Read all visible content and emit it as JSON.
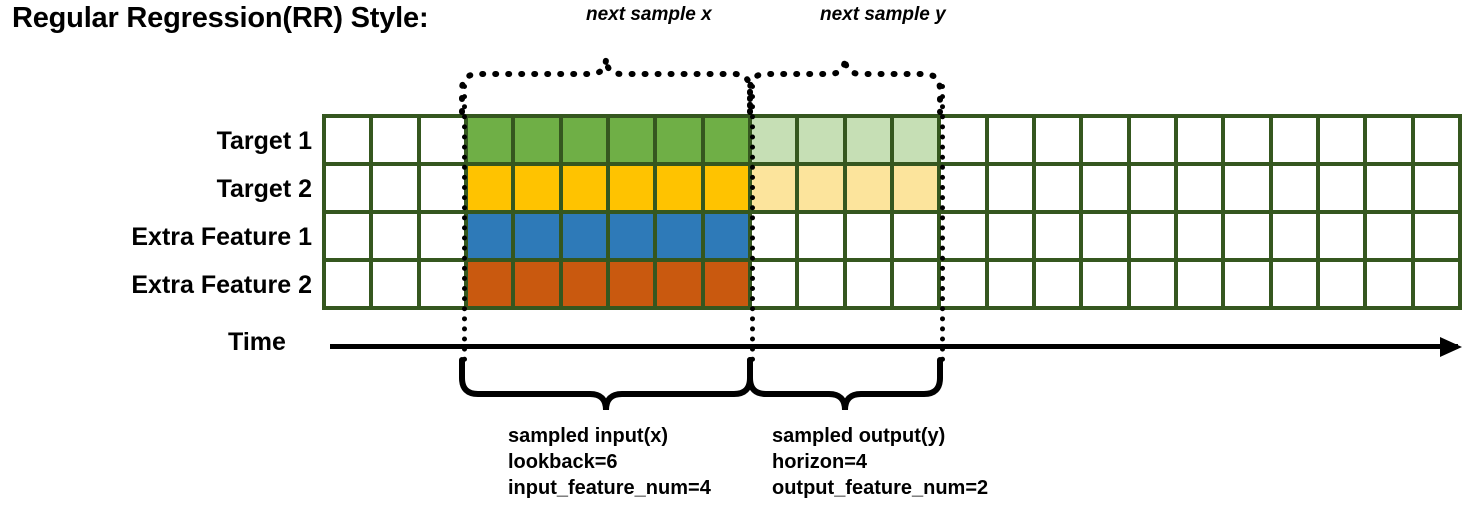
{
  "title": "Regular Regression(RR) Style:",
  "top_labels": {
    "next_sample_x": "next sample x",
    "next_sample_y": "next sample y"
  },
  "rows": [
    {
      "label": "Target 1",
      "fill": "#6FAF46",
      "light_fill": "#C6DFB5",
      "has_output": true
    },
    {
      "label": "Target 2",
      "fill": "#FFC300",
      "light_fill": "#FCE49C",
      "has_output": true
    },
    {
      "label": "Extra Feature 1",
      "fill": "#2E7AB8",
      "light_fill": "#FFFFFF",
      "has_output": false
    },
    {
      "label": "Extra Feature 2",
      "fill": "#C9590F",
      "light_fill": "#FFFFFF",
      "has_output": false
    }
  ],
  "grid": {
    "columns": 24,
    "rows": 4,
    "leading_blank_columns": 3,
    "input_columns": 6,
    "output_columns": 4,
    "trailing_blank_columns": 11,
    "border_color": "#35571F",
    "empty_fill": "#FFFFFF"
  },
  "time_axis": {
    "label": "Time"
  },
  "annotations": {
    "input": {
      "line1": "sampled input(x)",
      "line2": "lookback=6",
      "line3": "input_feature_num=4"
    },
    "output": {
      "line1": "sampled output(y)",
      "line2": "horizon=4",
      "line3": "output_feature_num=2"
    }
  }
}
